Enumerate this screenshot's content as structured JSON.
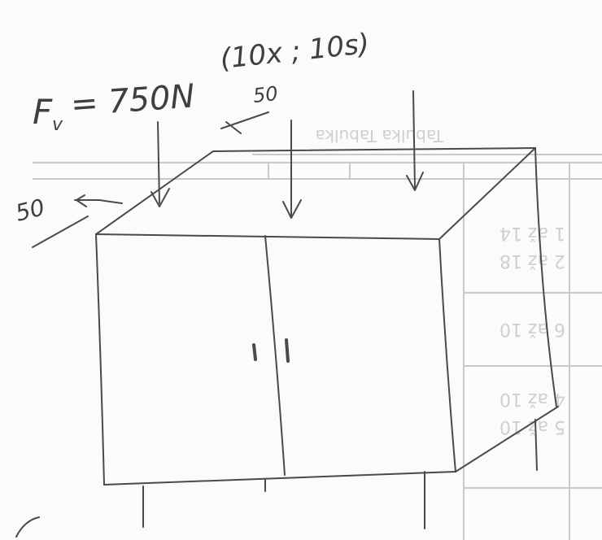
{
  "sketch": {
    "force_label": "F",
    "force_subscript": "v",
    "force_value": "= 750N",
    "load_spec": "(10x ; 10s)",
    "dim_top": "50",
    "dim_left": "50"
  },
  "bleed_through": {
    "heading": "Tabulka Tabulka",
    "rows": [
      "1 až 14",
      "2 až 18",
      "6 až 10",
      "4 až 10",
      "5 až 10"
    ]
  }
}
